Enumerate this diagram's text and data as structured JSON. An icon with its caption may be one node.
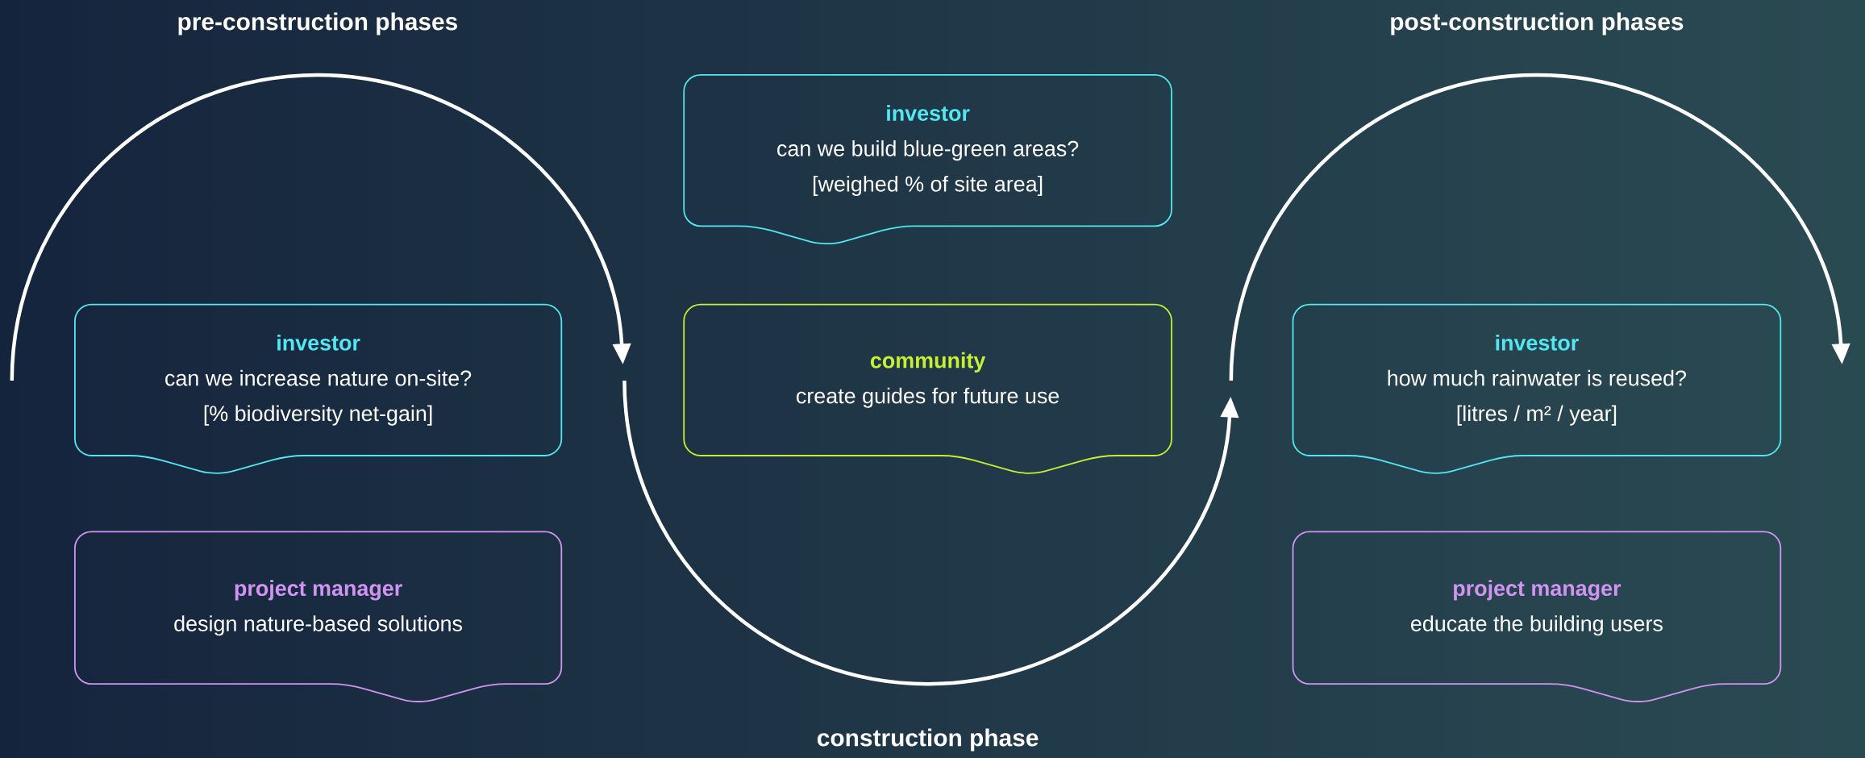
{
  "diagram": {
    "nodes": [
      {
        "text": [
          "investor",
          "can we build blue-green areas?",
          "[weighed % of site area]"
        ]
      },
      {
        "text": [
          "investor",
          "can we increase nature on-site?",
          "[% biodiversity net-gain]"
        ]
      },
      {
        "text": [
          "community",
          "create guides for future use"
        ]
      },
      {
        "text": [
          "investor",
          "how much rainwater is reused?",
          "[litres / m² / year]"
        ]
      },
      {
        "text": [
          "project manager",
          "design nature-based solutions"
        ]
      },
      {
        "text": [
          "project manager",
          "educate the building users"
        ]
      }
    ],
    "labels": [
      "pre-construction phases",
      "post-construction phases",
      "construction phase"
    ]
  }
}
